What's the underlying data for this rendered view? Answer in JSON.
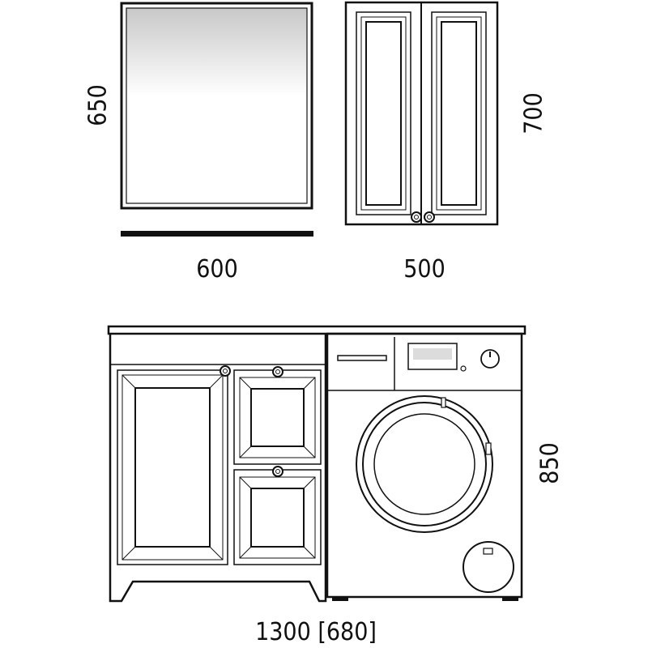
{
  "dimensions": {
    "mirror_height": "650",
    "mirror_width": "600",
    "cabinet_height": "700",
    "cabinet_width": "500",
    "vanity_height": "850",
    "vanity_width": "1300 [680]"
  },
  "colors": {
    "line": "#111111",
    "background": "#ffffff"
  }
}
